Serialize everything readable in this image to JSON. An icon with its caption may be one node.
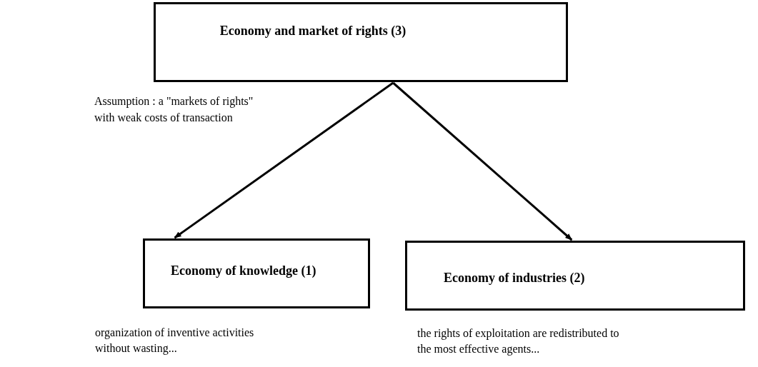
{
  "diagram": {
    "nodes": [
      {
        "text": [
          "Economy and market of rights (3)"
        ]
      },
      {
        "text": [
          "Economy of knowledge (1)"
        ],
        "beside": [
          "organization of inventive activities without wasting..."
        ]
      },
      {
        "text": [
          "Economy of industries (2)"
        ],
        "beside": [
          "the rights of exploitation are redistributed to the most effective agents..."
        ]
      }
    ],
    "edges": [
      {
        "from": 0,
        "to": 1,
        "arrow": "to"
      },
      {
        "from": 0,
        "to": 2,
        "arrow": "to"
      }
    ],
    "labels": [
      "Assumption : a \"markets of rights\" with weak costs of transaction"
    ]
  }
}
